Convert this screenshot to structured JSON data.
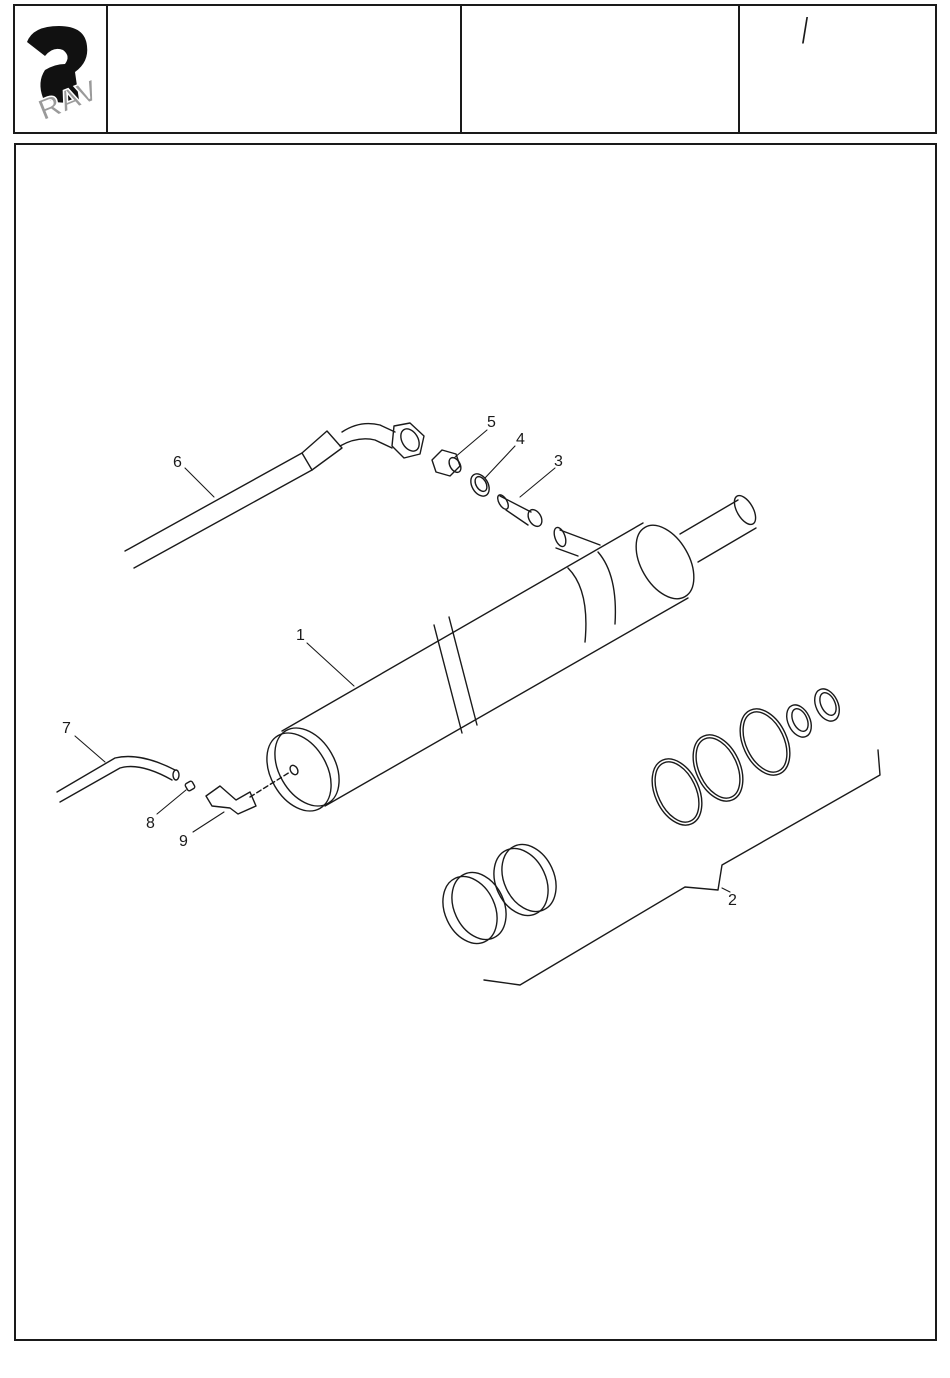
{
  "header": {
    "logo_text": "RAV",
    "title": "",
    "field_2": "",
    "page_number": "/"
  },
  "callouts": {
    "c1": "1",
    "c2": "2",
    "c3": "3",
    "c4": "4",
    "c5": "5",
    "c6": "6",
    "c7": "7",
    "c8": "8",
    "c9": "9"
  }
}
